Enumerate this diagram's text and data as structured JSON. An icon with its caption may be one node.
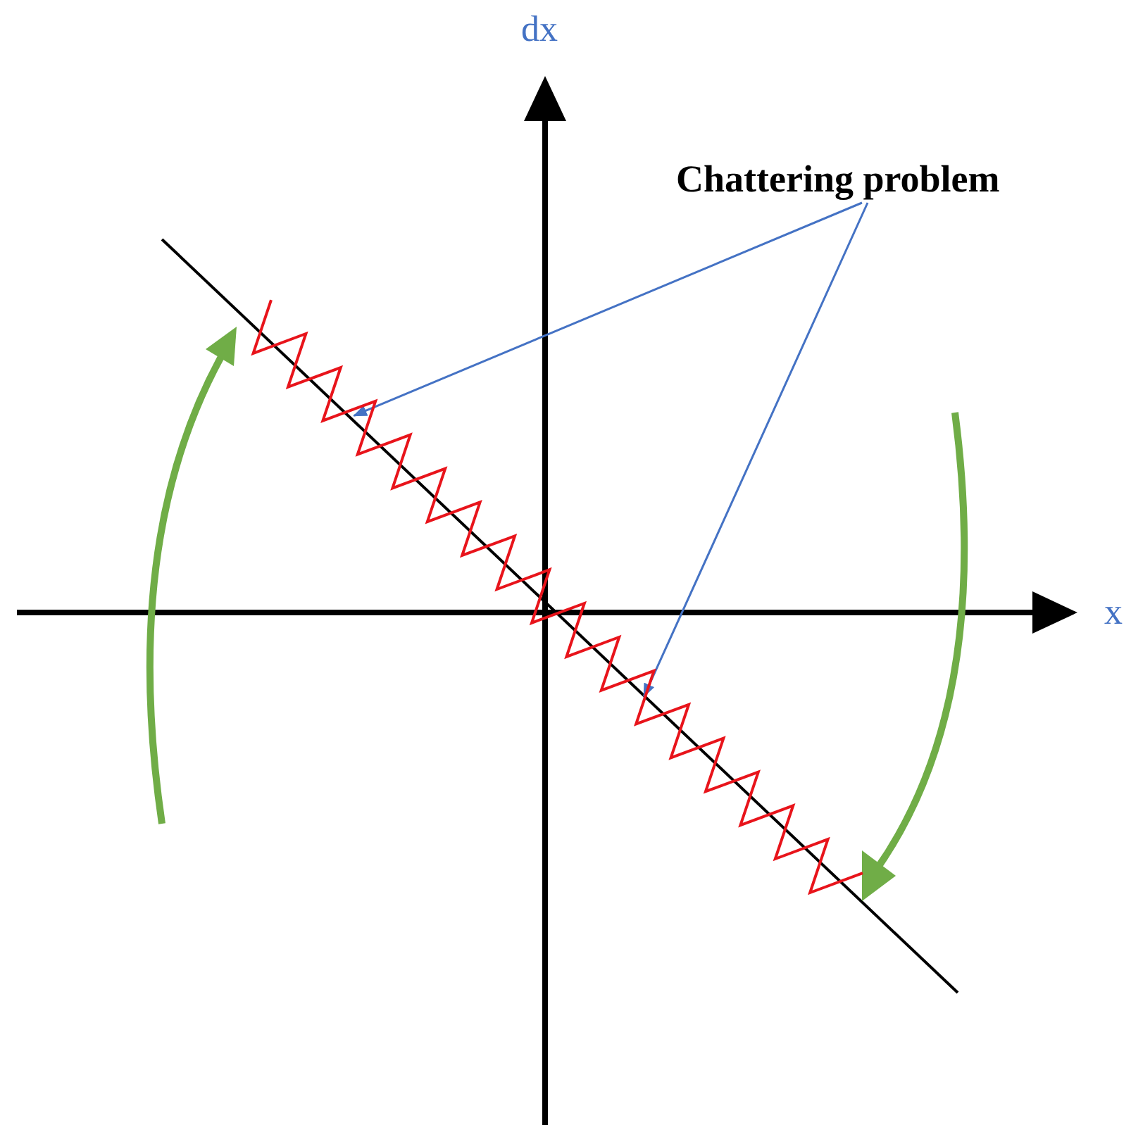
{
  "diagram": {
    "nodes": [
      {
        "text": [
          "Chattering problem"
        ]
      },
      {
        "text": [],
        "shape": "zigzag"
      }
    ],
    "edges": [
      {
        "from": 0,
        "to": 1,
        "arrow": "to"
      },
      {
        "from": 0,
        "to": 1,
        "arrow": "to"
      }
    ],
    "labels": [
      "dx",
      "x"
    ]
  }
}
